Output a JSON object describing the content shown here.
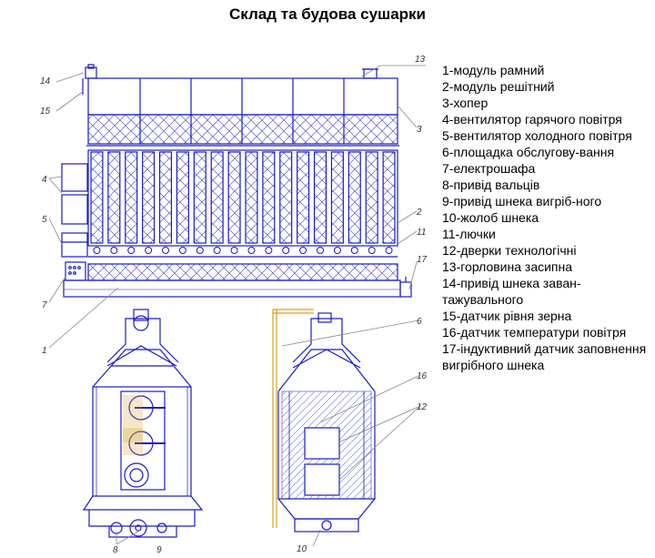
{
  "title": "Склад та будова сушарки",
  "legend": [
    "1-модуль рамний",
    "2-модуль решітний",
    "3-хопер",
    "4-вентилятор гарячого повітря",
    "5-вентилятор холодного повітря",
    "6-площадка обслугову-вання",
    "7-електрошафа",
    "8-привід вальців",
    "9-привід шнека вигріб-ного",
    "10-жолоб шнека",
    "11-лючки",
    "12-дверки технологічні",
    "13-горловина засипна",
    "14-привід шнека заван-тажувального",
    "15-датчик рівня зерна",
    "16-датчик температури повітря",
    "17-індуктивний датчик заповнення вигрібного шнека"
  ],
  "callouts": [
    "1",
    "2",
    "3",
    "4",
    "5",
    "6",
    "7",
    "8",
    "9",
    "10",
    "11",
    "12",
    "13",
    "14",
    "15",
    "16",
    "17"
  ],
  "colors": {
    "drawing": "#1a1acc",
    "leader": "#888888",
    "platform": "#d9a020"
  }
}
